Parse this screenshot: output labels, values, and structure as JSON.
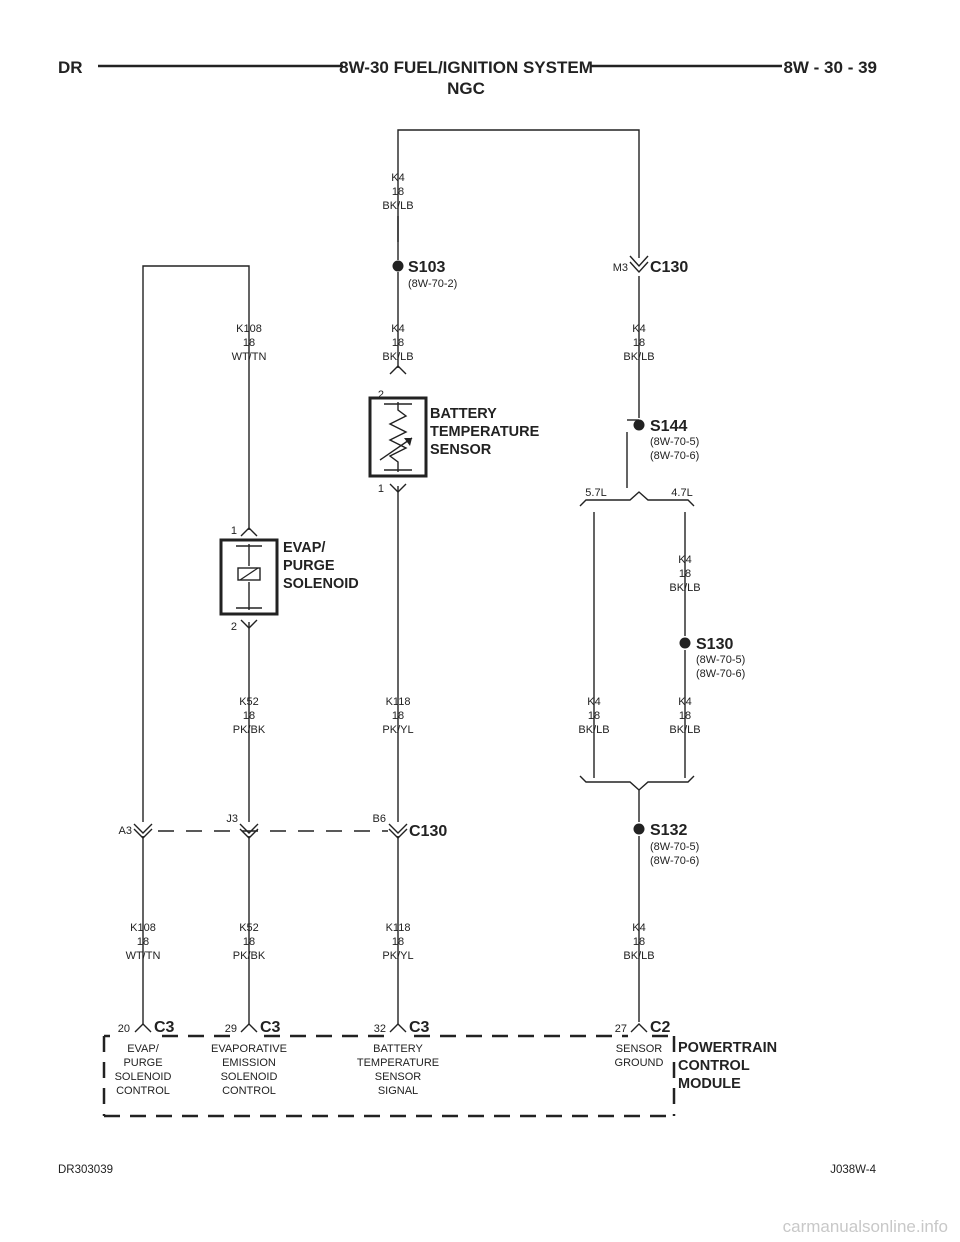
{
  "header": {
    "left": "DR",
    "title_line1": "8W-30 FUEL/IGNITION SYSTEM",
    "title_line2": "NGC",
    "right": "8W - 30 - 39"
  },
  "footer": {
    "left": "DR303039",
    "right": "J038W-4"
  },
  "watermark": "carmanualsonline.info",
  "components": {
    "battery_sensor": [
      "BATTERY",
      "TEMPERATURE",
      "SENSOR"
    ],
    "evap_solenoid": [
      "EVAP/",
      "PURGE",
      "SOLENOID"
    ],
    "pcm": [
      "POWERTRAIN",
      "CONTROL",
      "MODULE"
    ]
  },
  "splices": {
    "s103": {
      "name": "S103",
      "refs": [
        "(8W-70-2)"
      ]
    },
    "s144": {
      "name": "S144",
      "refs": [
        "(8W-70-5)",
        "(8W-70-6)"
      ]
    },
    "s130": {
      "name": "S130",
      "refs": [
        "(8W-70-5)",
        "(8W-70-6)"
      ]
    },
    "s132": {
      "name": "S132",
      "refs": [
        "(8W-70-5)",
        "(8W-70-6)"
      ]
    }
  },
  "connectors": {
    "c130_top": {
      "name": "C130",
      "pin": "M3"
    },
    "c130_mid": {
      "name": "C130",
      "pins": [
        "A3",
        "J3",
        "B6"
      ]
    },
    "pcm": [
      {
        "pin": "20",
        "name": "C3"
      },
      {
        "pin": "29",
        "name": "C3"
      },
      {
        "pin": "32",
        "name": "C3"
      },
      {
        "pin": "27",
        "name": "C2"
      }
    ]
  },
  "component_pins": {
    "battery_sensor": [
      "2",
      "1"
    ],
    "evap_solenoid": [
      "1",
      "2"
    ]
  },
  "engine_options": [
    "5.7L",
    "4.7L"
  ],
  "wires": {
    "k4_top": [
      "K4",
      "18",
      "BK/LB"
    ],
    "k108_upper": [
      "K108",
      "18",
      "WT/TN"
    ],
    "k4_s103_below": [
      "K4",
      "18",
      "BK/LB"
    ],
    "k4_c130_below": [
      "K4",
      "18",
      "BK/LB"
    ],
    "k4_s144_47": [
      "K4",
      "18",
      "BK/LB"
    ],
    "k52_upper": [
      "K52",
      "18",
      "PK/BK"
    ],
    "k118_upper": [
      "K118",
      "18",
      "PK/YL"
    ],
    "k4_57": [
      "K4",
      "18",
      "BK/LB"
    ],
    "k4_s130_below": [
      "K4",
      "18",
      "BK/LB"
    ],
    "k108_lower": [
      "K108",
      "18",
      "WT/TN"
    ],
    "k52_lower": [
      "K52",
      "18",
      "PK/BK"
    ],
    "k118_lower": [
      "K118",
      "18",
      "PK/YL"
    ],
    "k4_s132_below": [
      "K4",
      "18",
      "BK/LB"
    ]
  },
  "pcm_pin_functions": [
    [
      "EVAP/",
      "PURGE",
      "SOLENOID",
      "CONTROL"
    ],
    [
      "EVAPORATIVE",
      "EMISSION",
      "SOLENOID",
      "CONTROL"
    ],
    [
      "BATTERY",
      "TEMPERATURE",
      "SENSOR",
      "SIGNAL"
    ],
    [
      "SENSOR",
      "GROUND"
    ]
  ]
}
